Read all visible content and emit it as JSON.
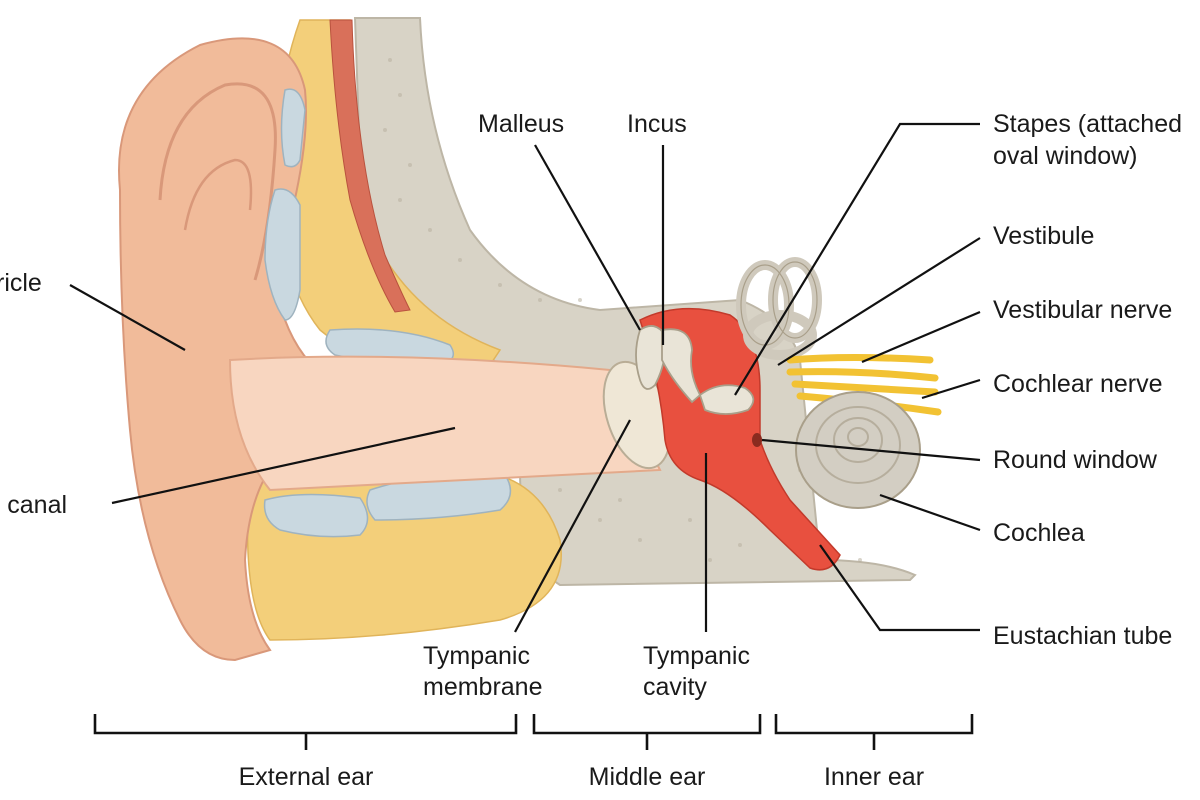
{
  "labels": {
    "auricle": "ricle",
    "ear_canal": "r canal",
    "malleus": "Malleus",
    "incus": "Incus",
    "stapes_line1": "Stapes (attached",
    "stapes_line2": "oval window)",
    "vestibule": "Vestibule",
    "vestibular_nerve": "Vestibular nerve",
    "cochlear_nerve": "Cochlear nerve",
    "round_window": "Round window",
    "cochlea": "Cochlea",
    "eustachian_tube": "Eustachian tube",
    "tympanic_membrane_line1": "Tympanic",
    "tympanic_membrane_line2": "membrane",
    "tympanic_cavity_line1": "Tympanic",
    "tympanic_cavity_line2": "cavity"
  },
  "regions": {
    "external": "External ear",
    "middle": "Middle ear",
    "inner": "Inner ear"
  },
  "colors": {
    "skin": "#f1bb9a",
    "skin_light": "#f8d6c0",
    "fat": "#f3cf7a",
    "bone": "#d8d3c6",
    "cartilage": "#c9d8e0",
    "muscle": "#d9705a",
    "cavity": "#e8503f",
    "nerve": "#f2c233",
    "cochlea": "#d3cec3"
  }
}
